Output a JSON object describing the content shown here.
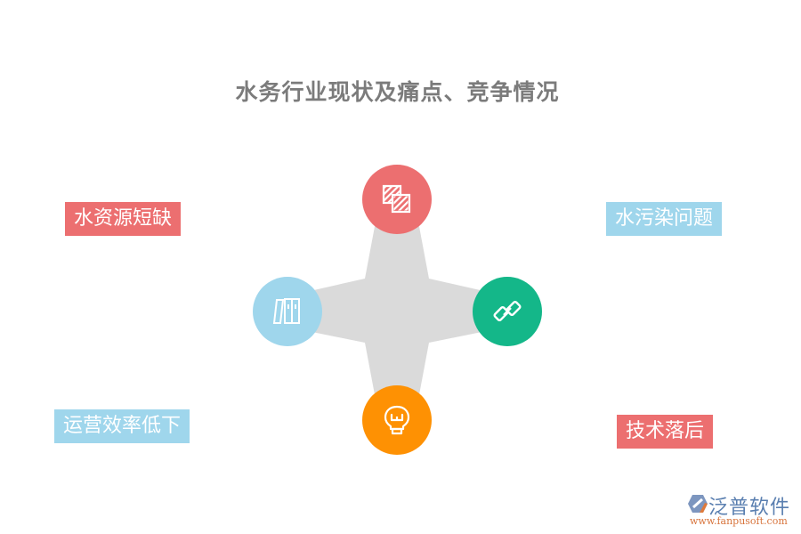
{
  "title": "水务行业现状及痛点、竞争情况",
  "colors": {
    "red": "#ec6f70",
    "blue": "#9fd6ec",
    "green": "#14b789",
    "orange": "#fe9103",
    "cross_gray": "#dadada",
    "title_gray": "#7b7b7b"
  },
  "nodes": [
    {
      "position": "top",
      "icon": "overlapping-squares-icon",
      "color": "#ec6f70"
    },
    {
      "position": "left",
      "icon": "books-icon",
      "color": "#9fd6ec"
    },
    {
      "position": "right",
      "icon": "chain-link-icon",
      "color": "#14b789"
    },
    {
      "position": "bottom",
      "icon": "lightbulb-icon",
      "color": "#fe9103"
    }
  ],
  "labels": {
    "top_left": {
      "text": "水资源短缺",
      "color": "#ec6f70"
    },
    "top_right": {
      "text": "水污染问题",
      "color": "#9fd6ec"
    },
    "bottom_left": {
      "text": "运营效率低下",
      "color": "#9fd6ec"
    },
    "bottom_right": {
      "text": "技术落后",
      "color": "#ec6f70"
    }
  },
  "logo": {
    "name": "泛普软件",
    "url": "www.fanpusoft.com"
  }
}
